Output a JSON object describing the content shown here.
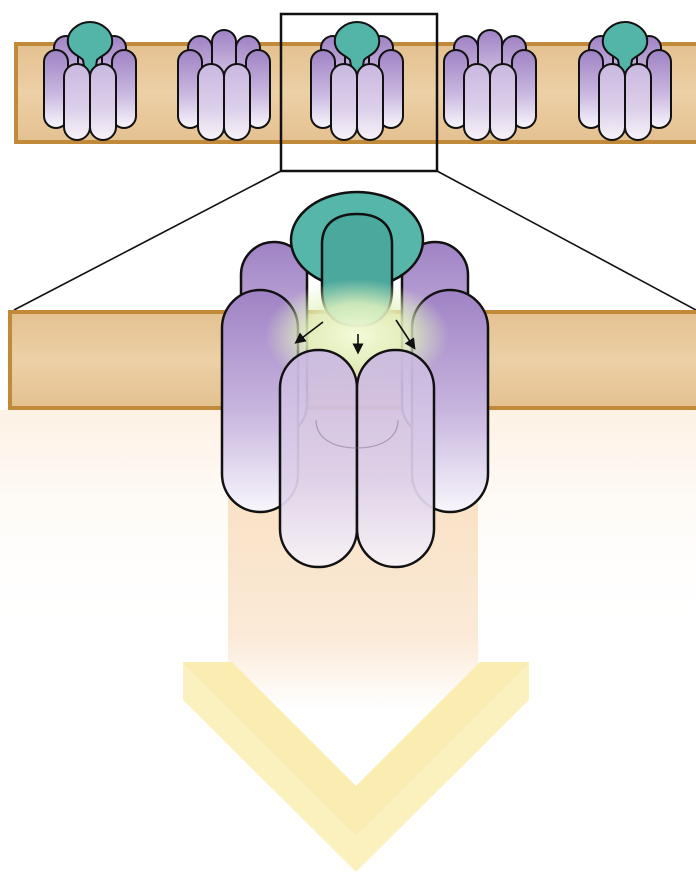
{
  "diagram": {
    "colors": {
      "membrane_fill": "#e9c99b",
      "membrane_edge": "#c08a3a",
      "subunit_purple": "#a58ac8",
      "subunit_light": "#f7f4fb",
      "subunit_stroke": "#111111",
      "ligand_teal": "#4fb3a7",
      "ligand_teal_dark": "#3f9a8f",
      "glow_green": "#e6f5c2",
      "signal_peach": "#f5c99a",
      "chevron_yellow": "#f9edb0"
    },
    "channels_row": [
      {
        "name": "channel-1",
        "ligand_bound": true
      },
      {
        "name": "channel-2",
        "ligand_bound": false
      },
      {
        "name": "channel-3",
        "ligand_bound": true,
        "highlighted": true
      },
      {
        "name": "channel-4",
        "ligand_bound": false
      },
      {
        "name": "channel-5",
        "ligand_bound": true
      }
    ],
    "zoom": {
      "arrows": 3,
      "arrow_icon": "arrow-down-icon",
      "signal_icon": "chevron-down-icon"
    }
  }
}
